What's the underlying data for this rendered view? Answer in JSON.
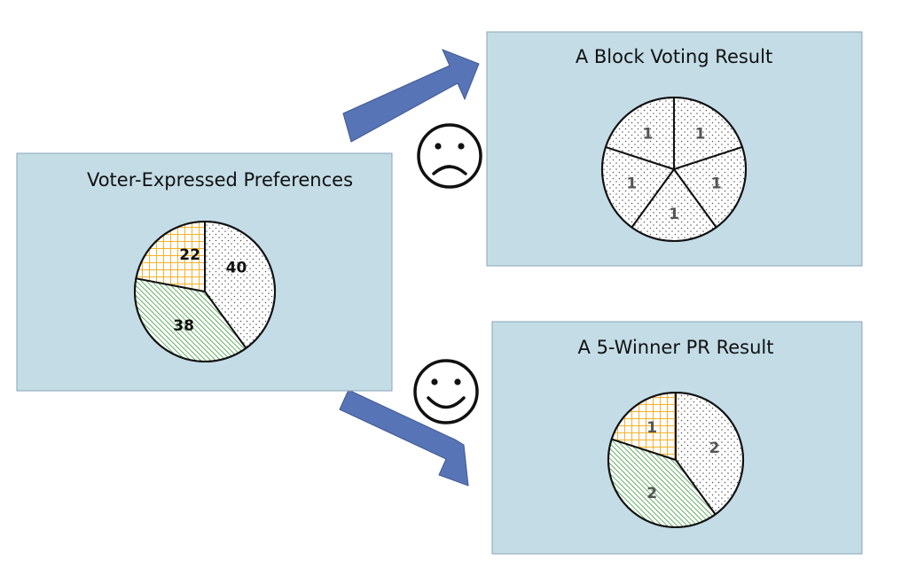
{
  "colors": {
    "panel_fill": "#c3dce6",
    "panel_stroke": "#8aa6b4",
    "arrow_fill": "#5774b6",
    "arrow_stroke": "#3f5891",
    "grid_pattern": "#f3b12a",
    "hatch_pattern": "#3f9b3f",
    "dots_pattern": "#555555",
    "label_dark": "#111111",
    "label_grey": "#555555"
  },
  "icons": {
    "frown": "frown-face-icon",
    "smile": "smile-face-icon"
  },
  "panels": {
    "preferences": {
      "title": "Voter-Expressed Preferences"
    },
    "block": {
      "title": "A Block Voting Result"
    },
    "pr": {
      "title": "A 5-Winner PR Result"
    }
  },
  "chart_data": [
    {
      "type": "pie",
      "name_ref": "preferences",
      "slices": [
        {
          "label": "40",
          "value": 40,
          "pattern": "dots"
        },
        {
          "label": "38",
          "value": 38,
          "pattern": "hatch"
        },
        {
          "label": "22",
          "value": 22,
          "pattern": "grid"
        }
      ]
    },
    {
      "type": "pie",
      "name_ref": "block",
      "slices": [
        {
          "label": "1",
          "value": 1,
          "pattern": "dots"
        },
        {
          "label": "1",
          "value": 1,
          "pattern": "dots"
        },
        {
          "label": "1",
          "value": 1,
          "pattern": "dots"
        },
        {
          "label": "1",
          "value": 1,
          "pattern": "dots"
        },
        {
          "label": "1",
          "value": 1,
          "pattern": "dots"
        }
      ]
    },
    {
      "type": "pie",
      "name_ref": "pr",
      "slices": [
        {
          "label": "2",
          "value": 2,
          "pattern": "dots"
        },
        {
          "label": "2",
          "value": 2,
          "pattern": "hatch"
        },
        {
          "label": "1",
          "value": 1,
          "pattern": "grid"
        }
      ]
    }
  ]
}
